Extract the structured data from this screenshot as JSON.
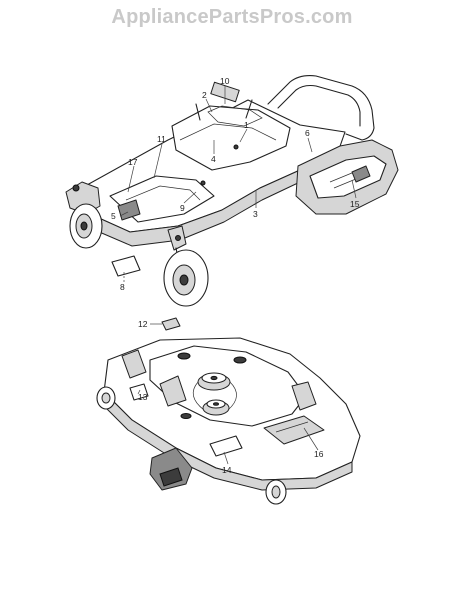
{
  "watermark": "AppliancePartsPros.com",
  "callouts": [
    "10",
    "2",
    "1",
    "4",
    "6",
    "11",
    "17",
    "9",
    "5",
    "3",
    "15",
    "8",
    "12",
    "13",
    "14",
    "16"
  ]
}
